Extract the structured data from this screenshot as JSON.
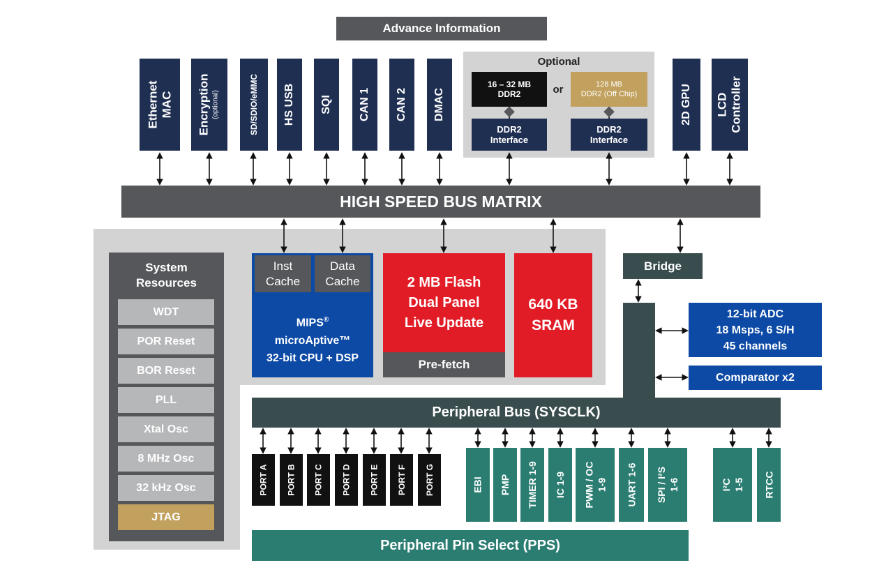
{
  "header": {
    "title": "Advance Information"
  },
  "optional": {
    "title": "Optional",
    "ddr2_on": {
      "line1": "16 – 32 MB",
      "line2": "DDR2"
    },
    "or_text": "or",
    "ddr2_off": {
      "line1": "128 MB",
      "line2": "DDR2 (Off Chip)"
    },
    "interface1": {
      "line1": "DDR2",
      "line2": "Interface"
    },
    "interface2": {
      "line1": "DDR2",
      "line2": "Interface"
    }
  },
  "top_peripherals": [
    {
      "label": "Ethernet",
      "label2": "MAC"
    },
    {
      "label": "Encryption",
      "sub": "(optional)"
    },
    {
      "label": "SD/SDIO/eMMC"
    },
    {
      "label": "HS USB"
    },
    {
      "label": "SQI"
    },
    {
      "label": "CAN 1"
    },
    {
      "label": "CAN 2"
    },
    {
      "label": "DMAC"
    },
    {
      "label": "2D GPU"
    },
    {
      "label": "LCD",
      "label2": "Controller"
    }
  ],
  "bus_matrix": {
    "label": "HIGH SPEED BUS MATRIX"
  },
  "system_resources": {
    "title_line1": "System",
    "title_line2": "Resources",
    "items": [
      "WDT",
      "POR Reset",
      "BOR Reset",
      "PLL",
      "Xtal Osc",
      "8 MHz Osc",
      "32 kHz Osc",
      "JTAG"
    ]
  },
  "cpu": {
    "inst_cache": {
      "line1": "Inst",
      "line2": "Cache"
    },
    "data_cache": {
      "line1": "Data",
      "line2": "Cache"
    },
    "line1": "MIPS",
    "reg": "®",
    "line2": "microAptive™",
    "line3": "32-bit CPU + DSP"
  },
  "flash": {
    "line1": "2 MB Flash",
    "line2": "Dual Panel",
    "line3": "Live Update",
    "prefetch": "Pre-fetch"
  },
  "sram": {
    "line1": "640 KB",
    "line2": "SRAM"
  },
  "bridge": {
    "label": "Bridge"
  },
  "adc": {
    "line1": "12-bit ADC",
    "line2": "18 Msps, 6 S/H",
    "line3": "45 channels"
  },
  "comparator": {
    "label": "Comparator x2"
  },
  "peripheral_bus": {
    "label": "Peripheral Bus (SYSCLK)"
  },
  "ports": [
    "PORT A",
    "PORT B",
    "PORT C",
    "PORT D",
    "PORT E",
    "PORT F",
    "PORT G"
  ],
  "bottom_peripherals": [
    {
      "label": "EBI"
    },
    {
      "label": "PMP"
    },
    {
      "label": "TIMER 1-9"
    },
    {
      "label": "IC 1-9"
    },
    {
      "label": "PWM / OC",
      "label2": "1-9"
    },
    {
      "label": "UART 1-6"
    },
    {
      "label": "SPI / I²S",
      "label2": "1-6"
    },
    {
      "label": "I²C",
      "label2": "1-5"
    },
    {
      "label": "RTCC"
    }
  ],
  "pps": {
    "label": "Peripheral Pin Select (PPS)"
  },
  "colors": {
    "navy": "#1f2f52",
    "dark_gray": "#55575a",
    "light_gray": "#d3d3d3",
    "slate": "#3a4d4e",
    "teal": "#2b7d72",
    "blue": "#0c4aa6",
    "red": "#e21c26",
    "tan": "#c2a15f"
  }
}
